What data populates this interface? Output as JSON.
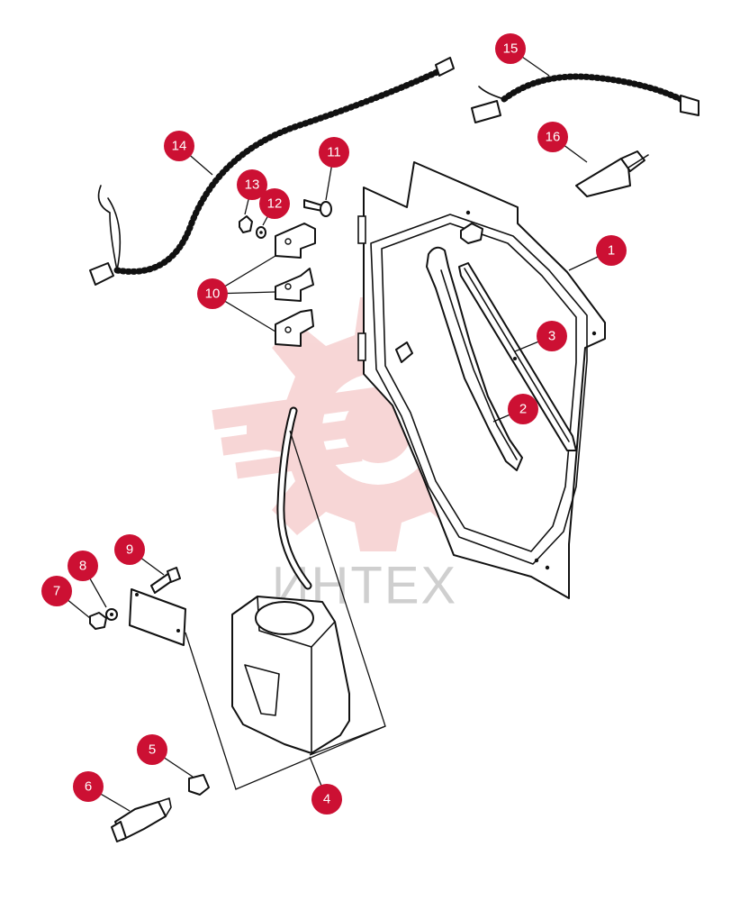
{
  "watermark": {
    "text": "ИНТЕХ",
    "gear_color": "#f4c6c6",
    "text_color": "#cfcfcf"
  },
  "callout_color": "#cc1033",
  "callouts": [
    {
      "id": "1",
      "label": "1"
    },
    {
      "id": "2",
      "label": "2"
    },
    {
      "id": "3",
      "label": "3"
    },
    {
      "id": "4",
      "label": "4"
    },
    {
      "id": "5",
      "label": "5"
    },
    {
      "id": "6",
      "label": "6"
    },
    {
      "id": "7",
      "label": "7"
    },
    {
      "id": "8",
      "label": "8"
    },
    {
      "id": "9",
      "label": "9"
    },
    {
      "id": "10",
      "label": "10"
    },
    {
      "id": "11",
      "label": "11"
    },
    {
      "id": "12",
      "label": "12"
    },
    {
      "id": "13",
      "label": "13"
    },
    {
      "id": "14",
      "label": "14"
    },
    {
      "id": "15",
      "label": "15"
    },
    {
      "id": "16",
      "label": "16"
    }
  ]
}
